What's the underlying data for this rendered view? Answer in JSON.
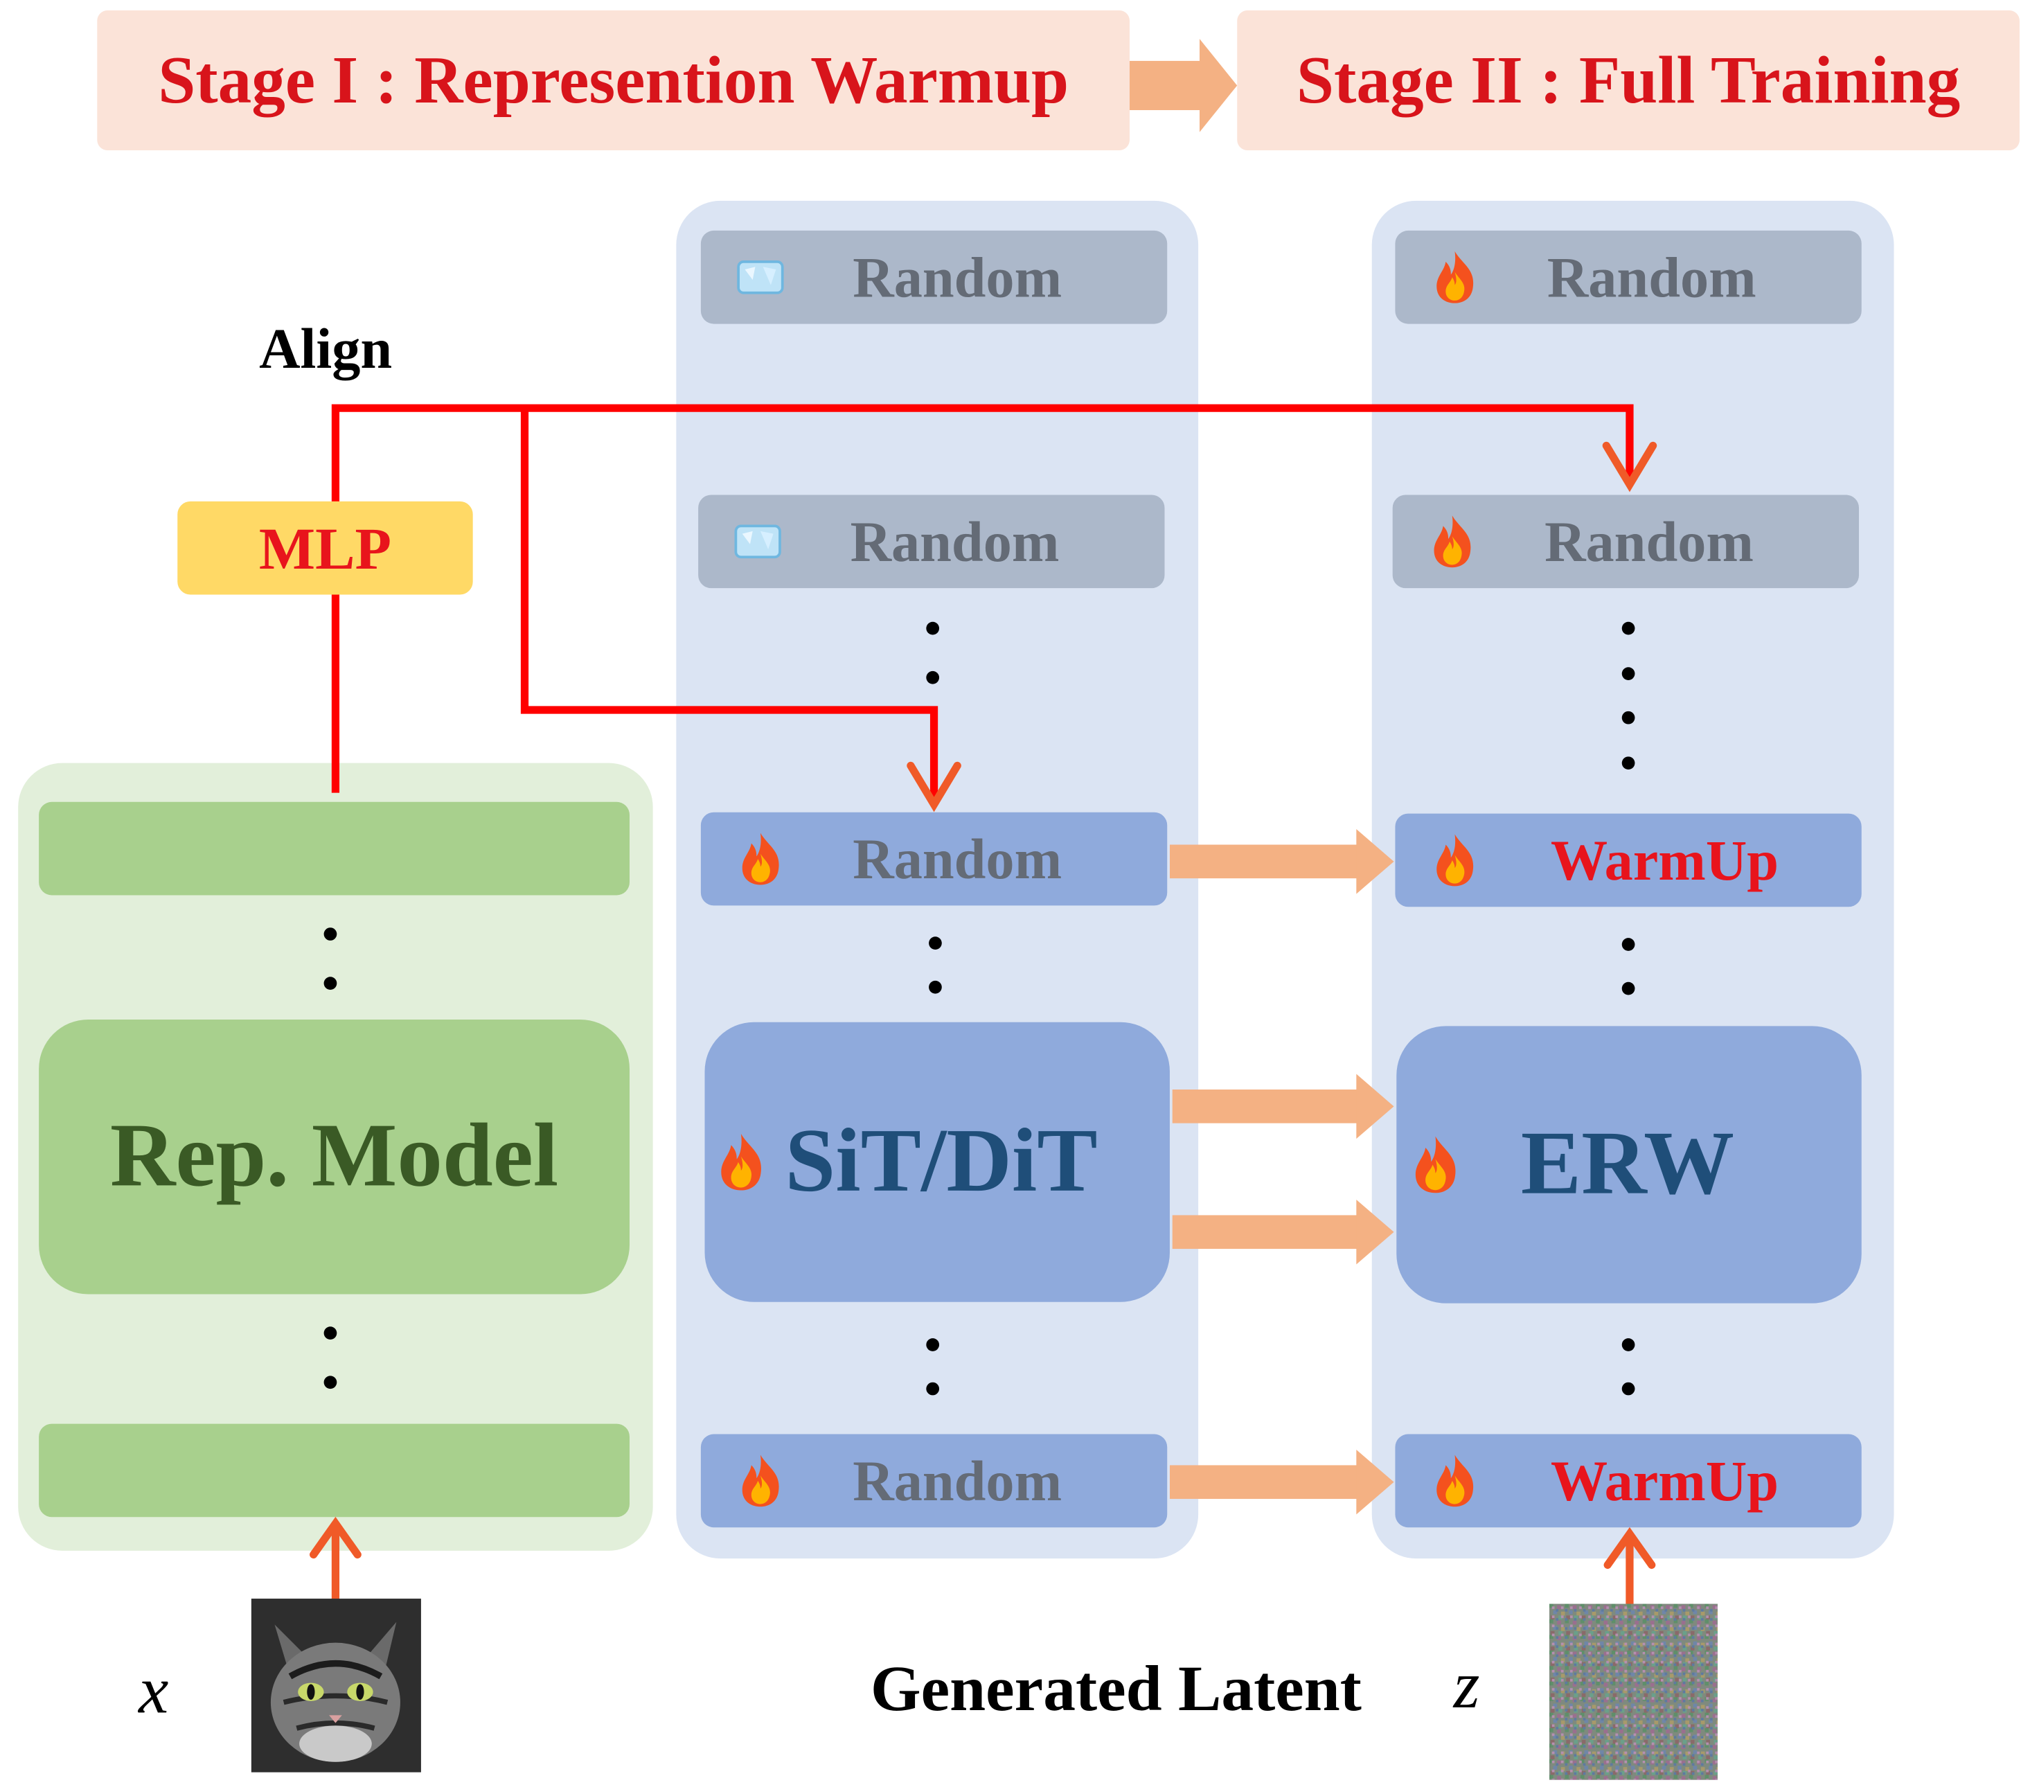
{
  "stages": {
    "stage1": "Stage I : Represention Warmup",
    "stage2": "Stage II : Full Training"
  },
  "align_label": "Align",
  "mlp_label": "MLP",
  "rep_model": {
    "label": "Rep. Model",
    "input_var": "x"
  },
  "sit_dit": {
    "label": "SiT/DiT",
    "layers": [
      "Random",
      "Random",
      "Random",
      "Random"
    ]
  },
  "erw": {
    "label": "ERW",
    "layers": [
      "Random",
      "Random",
      "WarmUp",
      "WarmUp"
    ],
    "input_label": "Generated Latent",
    "input_var": "z"
  },
  "icons": {
    "frozen": "ice-icon",
    "trainable": "fire-icon"
  },
  "colors": {
    "red_text": "#e8141c",
    "stage_bg": "#fbe3d8",
    "arrow_orange": "#f4b183",
    "align_line": "#ff0000",
    "green_panel": "#e2efda",
    "blue_panel": "#dbe4f3"
  }
}
